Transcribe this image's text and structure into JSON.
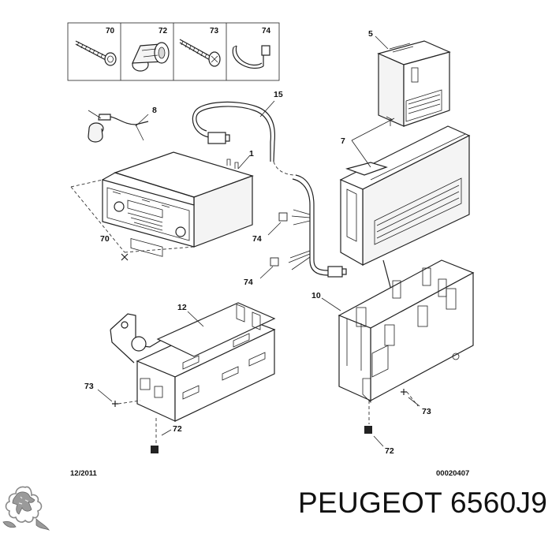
{
  "callouts": {
    "c70_box": "70",
    "c72_box": "72",
    "c73_box": "73",
    "c74_box": "74",
    "c5": "5",
    "c8": "8",
    "c15": "15",
    "c7": "7",
    "c1": "1",
    "c70_radio": "70",
    "c74_upper": "74",
    "c74_lower": "74",
    "c10": "10",
    "c12": "12",
    "c73_left": "73",
    "c72_left": "72",
    "c73_right": "73",
    "c72_right": "72"
  },
  "footer": {
    "date": "12/2011",
    "reference": "00020407"
  },
  "brand": {
    "name": "PEUGEOT",
    "part_number": "6560J9"
  },
  "icons": {
    "logo": "peugeot-lion-logo",
    "screw": "screw-icon",
    "nut": "nut-icon",
    "self_tapping_screw": "self-tapping-screw-icon",
    "cable_tie": "cable-tie-icon"
  }
}
